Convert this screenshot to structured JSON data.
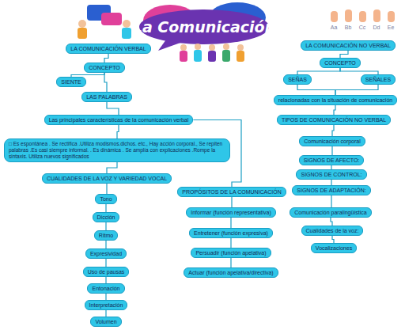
{
  "diagram": {
    "title": "La Comunicación",
    "nodes": [
      {
        "text": [
          "LA COMUNICACIÓN VERBAL"
        ]
      },
      {
        "text": [
          "CONCEPTO"
        ]
      },
      {
        "text": [
          "SIENTE"
        ]
      },
      {
        "text": [
          "LAS PALABRAS"
        ]
      },
      {
        "text": [
          "Las principales características de la comunicación verbal"
        ]
      },
      {
        "text": [
          "□ Es espontánea . Se rectifica .Utiliza modismos.dichos. etc., Hay acción corporal., Se repiten palabras .Es casi siempre informal. . Es dinámica . Se amplía con explicaciones .Rompe la sintaxis. Utiliza nuevos significados"
        ]
      },
      {
        "text": [
          "CUALIDADES DE LA VOZ Y VARIEDAD VOCAL"
        ]
      },
      {
        "text": [
          "Tono"
        ]
      },
      {
        "text": [
          "Dicción"
        ]
      },
      {
        "text": [
          "Ritmo"
        ]
      },
      {
        "text": [
          "Expresividad"
        ]
      },
      {
        "text": [
          "Uso de pausas"
        ]
      },
      {
        "text": [
          "Entonación"
        ]
      },
      {
        "text": [
          "Interpretación"
        ]
      },
      {
        "text": [
          "Volumen"
        ]
      },
      {
        "text": [
          "PROPÓSITOS DE LA COMUNICACIÓN"
        ]
      },
      {
        "text": [
          "Informar (función representativa)"
        ]
      },
      {
        "text": [
          "Entretener (función expresiva)"
        ]
      },
      {
        "text": [
          "Persuadir (función apelativa)"
        ]
      },
      {
        "text": [
          "Actuar (función apelativa/directiva)"
        ]
      },
      {
        "text": [
          "LA COMUNICACIÓN NO VERBAL"
        ]
      },
      {
        "text": [
          "CONCEPTO"
        ]
      },
      {
        "text": [
          "SEÑAS"
        ]
      },
      {
        "text": [
          "SEÑALES"
        ]
      },
      {
        "text": [
          "relacionadas con la situación de comunicación"
        ]
      },
      {
        "text": [
          "TIPOS DE COMUNICACIÓN NO VERBAL"
        ]
      },
      {
        "text": [
          "Comunicación corporal"
        ]
      },
      {
        "text": [
          "SIGNOS DE AFECTO:"
        ]
      },
      {
        "text": [
          "SIGNOS DE CONTROL:"
        ]
      },
      {
        "text": [
          "SIGNOS DE ADAPTACIÓN:"
        ]
      },
      {
        "text": [
          "Comunicación paralingüística"
        ]
      },
      {
        "text": [
          "Cualidades de la voz:"
        ]
      },
      {
        "text": [
          "Vocalizaciones"
        ]
      }
    ],
    "edges": [
      {
        "from": 0,
        "to": 1,
        "arrow": "none"
      },
      {
        "from": 1,
        "to": 2,
        "arrow": "none"
      },
      {
        "from": 1,
        "to": 3,
        "arrow": "none"
      },
      {
        "from": 3,
        "to": 4,
        "arrow": "none"
      },
      {
        "from": 4,
        "to": 5,
        "arrow": "none"
      },
      {
        "from": 5,
        "to": 6,
        "arrow": "none"
      },
      {
        "from": 6,
        "to": 7,
        "arrow": "none"
      },
      {
        "from": 7,
        "to": 8,
        "arrow": "none"
      },
      {
        "from": 8,
        "to": 9,
        "arrow": "none"
      },
      {
        "from": 9,
        "to": 10,
        "arrow": "none"
      },
      {
        "from": 10,
        "to": 11,
        "arrow": "none"
      },
      {
        "from": 11,
        "to": 12,
        "arrow": "none"
      },
      {
        "from": 12,
        "to": 13,
        "arrow": "none"
      },
      {
        "from": 13,
        "to": 14,
        "arrow": "none"
      },
      {
        "from": 4,
        "to": 15,
        "arrow": "none"
      },
      {
        "from": 15,
        "to": 16,
        "arrow": "none"
      },
      {
        "from": 16,
        "to": 17,
        "arrow": "none"
      },
      {
        "from": 17,
        "to": 18,
        "arrow": "none"
      },
      {
        "from": 18,
        "to": 19,
        "arrow": "none"
      },
      {
        "from": 20,
        "to": 21,
        "arrow": "none"
      },
      {
        "from": 21,
        "to": 22,
        "arrow": "none"
      },
      {
        "from": 21,
        "to": 23,
        "arrow": "none"
      },
      {
        "from": 22,
        "to": 24,
        "arrow": "none"
      },
      {
        "from": 23,
        "to": 24,
        "arrow": "none"
      },
      {
        "from": 24,
        "to": 25,
        "arrow": "none"
      },
      {
        "from": 25,
        "to": 26,
        "arrow": "none"
      },
      {
        "from": 26,
        "to": 27,
        "arrow": "none"
      },
      {
        "from": 27,
        "to": 28,
        "arrow": "none"
      },
      {
        "from": 28,
        "to": 29,
        "arrow": "none"
      },
      {
        "from": 29,
        "to": 30,
        "arrow": "none"
      },
      {
        "from": 30,
        "to": 31,
        "arrow": "none"
      },
      {
        "from": 31,
        "to": 32,
        "arrow": "none"
      }
    ],
    "labels": [
      "Aa",
      "Bb",
      "Cc",
      "Dd",
      "Ee"
    ]
  }
}
